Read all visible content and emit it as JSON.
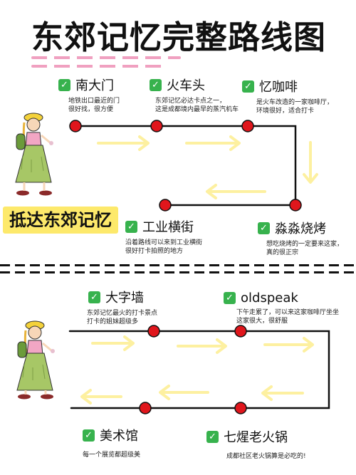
{
  "title": "东郊记忆完整路线图",
  "banner": "抵达东郊记忆",
  "icons": {
    "check": "check-mark-icon",
    "arrow": "arrow-icon",
    "figure": "girl-with-backpack-illustration"
  },
  "colors": {
    "accent_dash": "#f0a0c0",
    "check_green": "#37b24d",
    "stop_red": "#e0161c",
    "arrow_yellow": "#fdf0a0",
    "banner_yellow": "#fde96b"
  },
  "section1": {
    "stops": [
      {
        "name": "南大门",
        "desc": [
          "地铁出口最近的门",
          "很好找，很方便"
        ]
      },
      {
        "name": "火车头",
        "desc": [
          "东郊记忆必达卡点之一，",
          "这是成都境内最早的蒸汽机车"
        ]
      },
      {
        "name": "忆咖啡",
        "desc": [
          "是火车改造的一家咖啡厅，",
          "环境很好，适合打卡"
        ]
      },
      {
        "name": "淼淼烧烤",
        "desc": [
          "想吃烧烤的一定要来这家，",
          "真的很正宗"
        ]
      },
      {
        "name": "工业横街",
        "desc": [
          "沿着路线可以来到工业横街",
          "很好打卡拍照的地方"
        ]
      }
    ]
  },
  "section2": {
    "stops": [
      {
        "name": "大字墙",
        "desc": [
          "东郊记忆最火的打卡景点",
          "打卡的姐妹超级多"
        ]
      },
      {
        "name": "oldspeak",
        "desc": [
          "下午走累了，可以来这家咖啡厅坐坐",
          "这家很大，很舒服"
        ]
      },
      {
        "name": "美术馆",
        "desc": [
          "每一个展览都超级美"
        ]
      },
      {
        "name": "七煋老火锅",
        "desc": [
          "成都社区老火锅算是必吃的!"
        ]
      }
    ]
  }
}
